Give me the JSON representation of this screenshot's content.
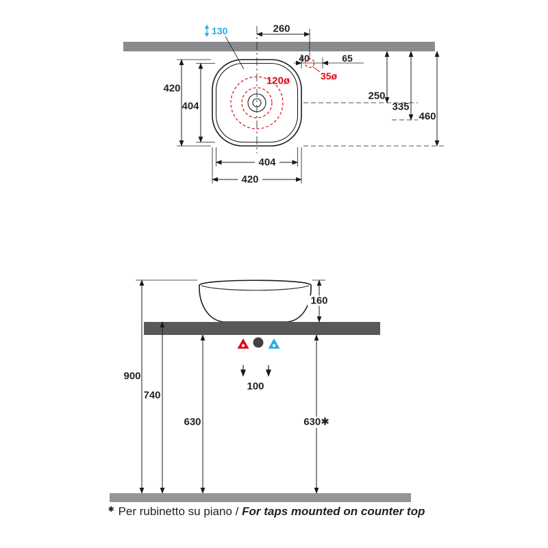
{
  "colors": {
    "red": "#e30613",
    "blue": "#29abe2",
    "wall_gray": "#898c8e",
    "counter_gray": "#58595b",
    "floor_gray": "#939598"
  },
  "top_view": {
    "labels": {
      "tap_offset": "130",
      "center_to_tap_hole": "260",
      "edge_to_tap_hole": "40",
      "tap_hole_side": "65",
      "drain_circle_diameter": "120ø",
      "tap_hole_diameter": "35ø",
      "basin_depth_outer": "420",
      "basin_depth_inner": "404",
      "wall_to_center": "250",
      "wall_to_drain": "335",
      "wall_to_front_edge": "460",
      "basin_width_inner": "404",
      "basin_width_outer": "420"
    }
  },
  "side_view": {
    "labels": {
      "basin_height": "160",
      "rim_height_from_floor": "900",
      "counter_height_from_floor": "740",
      "supply_spacing": "100",
      "drain_height_left": "630",
      "drain_height_right": "630✱"
    }
  },
  "caption": {
    "marker": "✱",
    "text_it": "Per rubinetto su piano /",
    "text_en": "For taps mounted on counter top"
  }
}
